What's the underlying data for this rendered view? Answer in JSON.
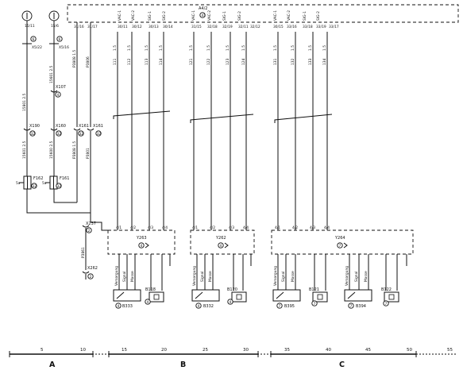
{
  "top_module": {
    "label": "A4/2",
    "badge": "41"
  },
  "supplies": [
    {
      "symbol": "1",
      "wire": "15/11",
      "connector": "X5/22",
      "badge": "6"
    },
    {
      "symbol": "1",
      "wire": "15/6",
      "connector": "X5/16",
      "badge": "6"
    }
  ],
  "pins_group1": [
    "31/16",
    "31/17",
    "30/11",
    "30/12",
    "30/13",
    "30/14"
  ],
  "pins_group2": [
    "31/15",
    "32/18",
    "32/19",
    "32/11",
    "32/12"
  ],
  "pins_group3": [
    "30/15",
    "33/16",
    "33/18",
    "33/19",
    "33/17"
  ],
  "left_wires": {
    "wire_a_top": "15801 2.5",
    "wire_b_top": "15601 2.5",
    "wire_b_mid": "X107",
    "wire_b_mid_badge": "4",
    "wire_c": "P3808 1.5",
    "wire_d": "P3806"
  },
  "connectors_row": [
    {
      "label": "X190",
      "badge": "32"
    },
    {
      "label": "X160",
      "badge": "32"
    },
    {
      "label": "X161",
      "badge": "32"
    },
    {
      "label": "X161",
      "badge": "32"
    }
  ],
  "fuses": [
    {
      "label": "F162",
      "badge": "32",
      "side": "5a"
    },
    {
      "label": "F161",
      "badge": "32",
      "side": "5a"
    }
  ],
  "lower_left": {
    "x237": "X237",
    "x237_badge": "2",
    "wire": "P3861",
    "x262": "X262",
    "x262_badge": "2"
  },
  "wire_labels": {
    "g1": [
      "111",
      "112",
      "113",
      "114"
    ],
    "g2": [
      "121",
      "122",
      "123",
      "124"
    ],
    "g3": [
      "131",
      "132",
      "133",
      "134"
    ],
    "g1_cross": [
      "1.5",
      "1.5",
      "1.5",
      "1.5"
    ],
    "g2_cross": [
      "1.5",
      "1.5",
      "1.5",
      "1.5"
    ],
    "g3_cross": [
      "1.5",
      "1.5",
      "1.5",
      "1.5"
    ]
  },
  "valve_blocks": [
    {
      "label": "Y263",
      "badge": "4",
      "pins": [
        "4/1",
        "4/2",
        "4/3",
        "4/4"
      ],
      "bottom_pins": [
        "3",
        "4",
        "4/1",
        "4/2",
        "4/3"
      ]
    },
    {
      "label": "Y262",
      "badge": "4",
      "pins": [
        "4/1",
        "4/2",
        "4/3",
        "4/4"
      ],
      "bottom_pins": [
        "3",
        "4",
        "4/1",
        "4/2",
        "4/3"
      ]
    },
    {
      "label": "Y264",
      "badge": "7",
      "pins": [
        "4/1",
        "4/2",
        "4/3",
        "4/4"
      ],
      "bottom_pins": [
        "3",
        "4",
        "3",
        "4",
        "4/1",
        "4/2",
        "4/3"
      ]
    }
  ],
  "sensors": [
    {
      "label": "B333",
      "badge": "4",
      "lines": [
        "Versorgung",
        "Signal",
        "Masse"
      ]
    },
    {
      "label": "B118",
      "badge": "4"
    },
    {
      "label": "B332",
      "badge": "4",
      "lines": [
        "Versorgung",
        "Signal",
        "Masse"
      ]
    },
    {
      "label": "B120",
      "badge": "4"
    },
    {
      "label": "B395",
      "badge": "7",
      "lines": [
        "Versorgung",
        "Signal",
        "Masse"
      ]
    },
    {
      "label": "B121",
      "badge": "7"
    },
    {
      "label": "B394",
      "badge": "7",
      "lines": [
        "Versorgung",
        "Signal",
        "Masse"
      ]
    },
    {
      "label": "B122",
      "badge": "7"
    }
  ],
  "ruler": {
    "ticks": [
      "5",
      "10",
      "15",
      "20",
      "25",
      "30",
      "35",
      "40",
      "45",
      "50",
      "55"
    ],
    "zones": [
      "A",
      "B",
      "C"
    ]
  }
}
